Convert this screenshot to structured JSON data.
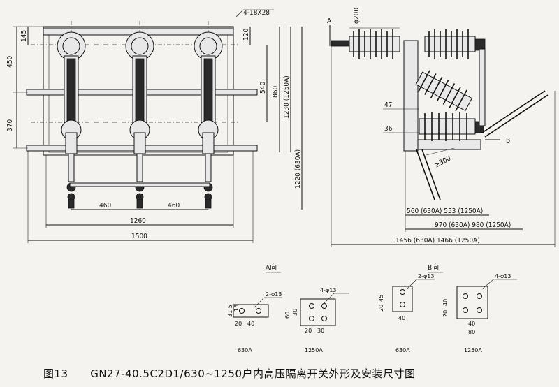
{
  "front_view": {
    "hole_spec": "4-18X28",
    "dims": {
      "d145": "145",
      "d450": "450",
      "d370": "370",
      "d120": "120",
      "d540": "540",
      "d860": "860",
      "d1230": "1230 (1250A)",
      "d1220": "1220 (630A)",
      "d460a": "460",
      "d460b": "460",
      "d1260": "1260",
      "d1500": "1500"
    }
  },
  "side_view": {
    "view_a": "A",
    "view_b": "B",
    "dims": {
      "d200": "φ200",
      "d47": "47",
      "d36": "36",
      "d300": "≥300",
      "d560": "560 (630A) 553 (1250A)",
      "d970": "970 (630A) 980 (1250A)",
      "d1456": "1456 (630A) 1466 (1250A)"
    }
  },
  "details": {
    "a_title": "A向",
    "b_title": "B向",
    "a630": {
      "holes": "2-φ13",
      "v1": "31.5",
      "v2": "15",
      "h1": "20",
      "h2": "40",
      "caption": "630A"
    },
    "a1250": {
      "holes": "4-φ13",
      "v1": "60",
      "v2": "30",
      "h1": "20",
      "h2": "30",
      "caption": "1250A"
    },
    "b630": {
      "holes": "2-φ13",
      "v1": "20",
      "v2": "45",
      "h1": "40",
      "caption": "630A"
    },
    "b1250": {
      "holes": "4-φ13",
      "v1": "20",
      "v2": "40",
      "h1": "40",
      "h2": "80",
      "caption": "1250A"
    }
  },
  "caption": {
    "fig_no": "图13",
    "text": "GN27-40.5C2D1/630~1250户内高压隔离开关外形及安装尺寸图"
  }
}
